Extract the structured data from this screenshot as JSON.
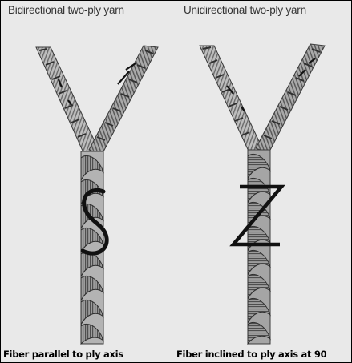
{
  "figure": {
    "left_panel": {
      "title": "Bidirectional two-ply yarn",
      "caption": "Fiber parallel to ply axis",
      "twist_letter": "S"
    },
    "right_panel": {
      "title": "Unidirectional two-ply yarn",
      "caption": "Fiber inclined to ply axis at 90",
      "twist_letter": "Z"
    }
  },
  "colors": {
    "background": "#e9e9e9",
    "yarn_light": "#c4c4c4",
    "yarn_mid": "#9a9a9a",
    "yarn_dark": "#5e5e5e",
    "ink": "#111111"
  }
}
